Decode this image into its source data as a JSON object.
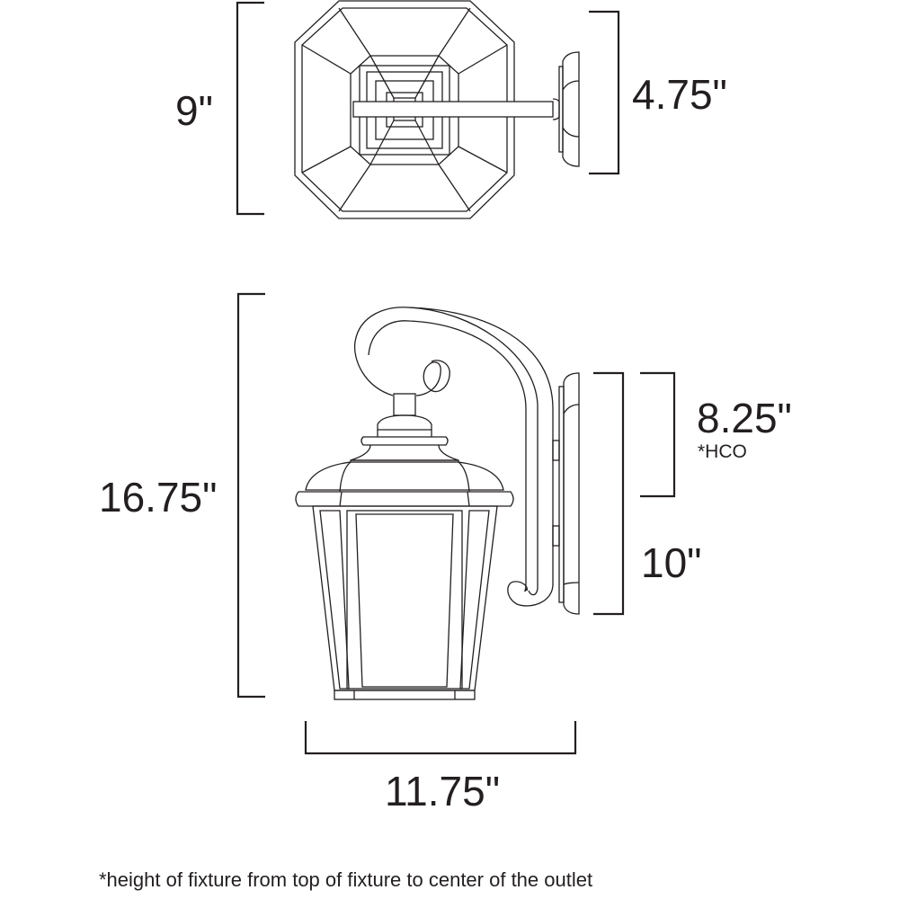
{
  "top_view": {
    "width_label": "9\"",
    "depth_label": "4.75\""
  },
  "side_view": {
    "height_label": "16.75\"",
    "hco_label": "8.25\"",
    "hco_note": "*HCO",
    "backplate_label": "10\"",
    "width_label": "11.75\""
  },
  "footnote": "*height of fixture from top of fixture to center of the outlet",
  "colors": {
    "line": "#231f20",
    "background": "#ffffff"
  }
}
